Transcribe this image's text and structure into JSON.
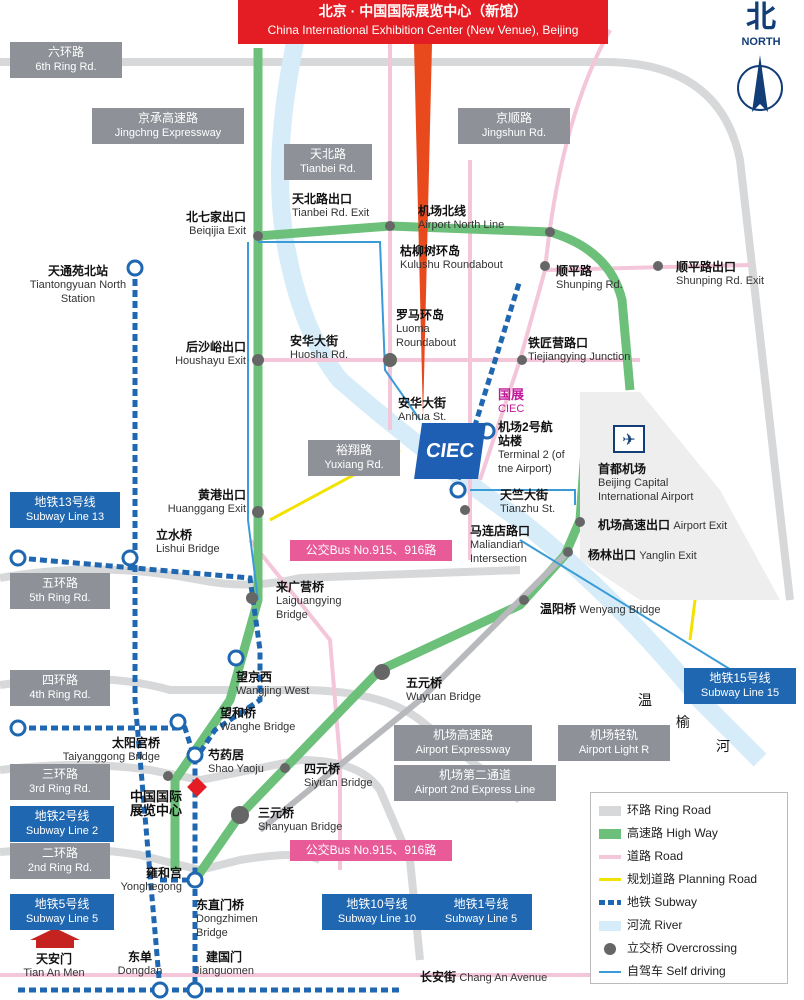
{
  "title": {
    "zh": "北京 · 中国国际展览中心（新馆）",
    "en": "China International Exhibition Center (New Venue), Beijing"
  },
  "north": {
    "zh": "北",
    "en": "NORTH"
  },
  "road_tags": {
    "ring6": {
      "zh": "六环路",
      "en": "6th Ring Rd."
    },
    "jingcheng": {
      "zh": "京承高速路",
      "en": "Jingchng Expressway"
    },
    "tianbei": {
      "zh": "天北路",
      "en": "Tianbei Rd."
    },
    "jingshun": {
      "zh": "京顺路",
      "en": "Jingshun Rd."
    },
    "yuxiang": {
      "zh": "裕翔路",
      "en": "Yuxiang Rd."
    },
    "ring5": {
      "zh": "五环路",
      "en": "5th Ring Rd."
    },
    "ring4": {
      "zh": "四环路",
      "en": "4th Ring Rd."
    },
    "ring3": {
      "zh": "三环路",
      "en": "3rd Ring Rd."
    },
    "ring2": {
      "zh": "二环路",
      "en": "2nd Ring Rd."
    },
    "airport_expressway": {
      "zh": "机场高速路",
      "en": "Airport Expressway"
    },
    "airport_light": {
      "zh": "机场轻轨",
      "en": "Airport Light R"
    },
    "airport_2nd": {
      "zh": "机场第二通道",
      "en": "Airport 2nd Express Line"
    }
  },
  "subway_tags": {
    "line13": {
      "zh": "地铁13号线",
      "en": "Subway Line 13"
    },
    "line15": {
      "zh": "地铁15号线",
      "en": "Subway Line 15"
    },
    "line2": {
      "zh": "地铁2号线",
      "en": "Subway Line 2"
    },
    "line5": {
      "zh": "地铁5号线",
      "en": "Subway Line 5"
    },
    "line10": {
      "zh": "地铁10号线",
      "en": "Subway Line 10"
    },
    "line1": {
      "zh": "地铁1号线",
      "en": "Subway Line 5"
    }
  },
  "bus_tags": {
    "bus_top": "公交Bus No.915、916路",
    "bus_bottom": "公交Bus No.915、916路"
  },
  "places": {
    "beiqijia": {
      "zh": "北七家出口",
      "en": "Beiqijia Exit"
    },
    "tianbei_exit": {
      "zh": "天北路出口",
      "en": "Tianbei Rd. Exit"
    },
    "airport_north": {
      "zh": "机场北线",
      "en": "Airport North Line"
    },
    "kulushu": {
      "zh": "枯柳树环岛",
      "en": "Kulushu Roundabout"
    },
    "shunping": {
      "zh": "顺平路",
      "en": "Shunping Rd."
    },
    "shunping_exit": {
      "zh": "顺平路出口",
      "en": "Shunping Rd. Exit"
    },
    "tiantongyuan": {
      "zh": "天通苑北站",
      "en": "Tiantongyuan North Station"
    },
    "luoma": {
      "zh": "罗马环岛",
      "en": "Luoma Roundabout"
    },
    "houshayu": {
      "zh": "后沙峪出口",
      "en": "Houshayu Exit"
    },
    "huosha": {
      "zh": "安华大街",
      "en": "Huosha Rd."
    },
    "tiejiangying": {
      "zh": "铁匠营路口",
      "en": "Tiejiangying Junction"
    },
    "anhua": {
      "zh": "安华大街",
      "en": "Anhua St."
    },
    "guozhan": {
      "zh": "国展",
      "en": "CIEC"
    },
    "terminal2": {
      "zh": "机场2号航站楼",
      "en": "Terminal 2 (of tne Airport)"
    },
    "capital_airport": {
      "zh": "首都机场",
      "en": "Beijing Capital International Airport"
    },
    "huanggang": {
      "zh": "黄港出口",
      "en": "Huanggang Exit"
    },
    "tianzhu": {
      "zh": "天竺大街",
      "en": "Tianzhu St."
    },
    "airport_exit": {
      "zh": "机场高速出口",
      "en": "Airport Exit"
    },
    "lishui": {
      "zh": "立水桥",
      "en": "Lishui Bridge"
    },
    "maliandian": {
      "zh": "马连店路口",
      "en": "Maliandian Intersection"
    },
    "yanglin": {
      "zh": "杨林出口",
      "en": "Yanglin Exit"
    },
    "laiguangying": {
      "zh": "来广营桥",
      "en": "Laiguangying Bridge"
    },
    "wenyang": {
      "zh": "温阳桥",
      "en": "Wenyang Bridge"
    },
    "wangjingxi": {
      "zh": "望京西",
      "en": "Wangjing West"
    },
    "wuyuan": {
      "zh": "五元桥",
      "en": "Wuyuan Bridge"
    },
    "wanghe": {
      "zh": "望和桥",
      "en": "Wanghe Bridge"
    },
    "taiyanggong": {
      "zh": "太阳宫桥",
      "en": "Taiyanggong Bridge"
    },
    "shaoyaoju": {
      "zh": "芍药居",
      "en": "Shao Yaoju"
    },
    "siyuan": {
      "zh": "四元桥",
      "en": "Siyuan Bridge"
    },
    "ciec_old": {
      "zh": "中国国际展览中心",
      "en": ""
    },
    "sanyuan": {
      "zh": "三元桥",
      "en": "Shanyuan Bridge"
    },
    "yonghegong": {
      "zh": "雍和宫",
      "en": "Yonghegong"
    },
    "dongzhimen": {
      "zh": "东直门桥",
      "en": "Dongzhimen Bridge"
    },
    "tiananmen": {
      "zh": "天安门",
      "en": "Tian An Men"
    },
    "dongdan": {
      "zh": "东单",
      "en": "Dongdan"
    },
    "jianguomen": {
      "zh": "建国门",
      "en": "Jianguomen"
    },
    "changan": {
      "zh": "长安街",
      "en": "Chang An Avenue"
    }
  },
  "ciec_label": "CIEC",
  "river": {
    "c1": "温",
    "c2": "榆",
    "c3": "河"
  },
  "legend": [
    {
      "zh": "环路",
      "en": "Ring Road",
      "color": "#d7d8da",
      "kind": "bar"
    },
    {
      "zh": "高速路",
      "en": "High Way",
      "color": "#6cc07a",
      "kind": "bar"
    },
    {
      "zh": "道路",
      "en": "Road",
      "color": "#f4c6d9",
      "kind": "thin"
    },
    {
      "zh": "规划道路",
      "en": "Planning Road",
      "color": "#f2e200",
      "kind": "thin"
    },
    {
      "zh": "地铁",
      "en": "Subway",
      "color": "#1f67b0",
      "kind": "subway"
    },
    {
      "zh": "河流",
      "en": "River",
      "color": "#d6ecf8",
      "kind": "bar"
    },
    {
      "zh": "立交桥",
      "en": "Overcrossing",
      "color": "#666666",
      "kind": "dot"
    },
    {
      "zh": "自驾车",
      "en": "Self driving",
      "color": "#3a9bd7",
      "kind": "line"
    }
  ],
  "colors": {
    "ring": "#d7d8da",
    "highway": "#6cc07a",
    "road": "#f4c6d9",
    "planning": "#f2e200",
    "subway": "#1f67b0",
    "river": "#d6ecf8",
    "selfdrive": "#3a9bd7",
    "red": "#e31d23"
  }
}
